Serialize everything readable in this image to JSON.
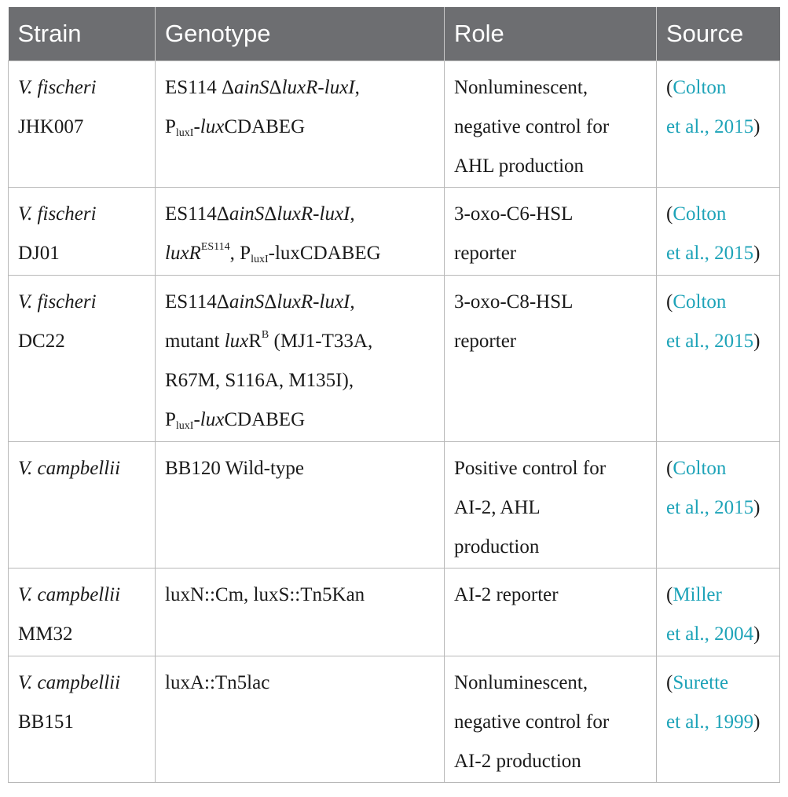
{
  "headers": [
    "Strain",
    "Genotype",
    "Role",
    "Source"
  ],
  "rows": [
    {
      "species": "V. fischeri",
      "strain": "JHK007",
      "geno_line1": {
        "a": "ES114 Δ",
        "b": "ainS",
        "c": "Δ",
        "d": "luxR-luxI",
        "e": ","
      },
      "geno_line2": {
        "a": "P",
        "sub": "luxI",
        "b": "-",
        "c": "lux",
        "d": "CDABEG"
      },
      "role_lines": [
        "Nonluminescent,",
        "negative control for",
        "AHL production"
      ],
      "source_lines": [
        "Colton",
        "et al., 2015"
      ]
    },
    {
      "species": "V. fischeri",
      "strain": "DJ01",
      "geno_line1": {
        "a": "ES114Δ",
        "b": "ainS",
        "c": "Δ",
        "d": "luxR-luxI",
        "e": ","
      },
      "geno_line2": {
        "a": "luxR",
        "sup": "ES114",
        "b": ", P",
        "sub": "luxI",
        "c": "-luxCDABEG"
      },
      "role_lines": [
        "3-oxo-C6-HSL",
        "reporter"
      ],
      "source_lines": [
        "Colton",
        "et al., 2015"
      ]
    },
    {
      "species": "V. fischeri",
      "strain": "DC22",
      "geno_line1": {
        "a": "ES114Δ",
        "b": "ainS",
        "c": "Δ",
        "d": "luxR-luxI",
        "e": ","
      },
      "geno_line2": {
        "a": "mutant ",
        "b": "lux",
        "c": "R",
        "sup": "B",
        "d": " (MJ1-T33A,"
      },
      "geno_line3": "R67M, S116A, M135I),",
      "geno_line4": {
        "a": "P",
        "sub": "luxI",
        "b": "-",
        "c": "lux",
        "d": "CDABEG"
      },
      "role_lines": [
        "3-oxo-C8-HSL",
        "reporter"
      ],
      "source_lines": [
        "Colton",
        "et al., 2015"
      ]
    },
    {
      "species": "V. campbellii",
      "strain": "",
      "geno_line1": "BB120 Wild-type",
      "role_lines": [
        "Positive control for",
        "AI-2, AHL",
        "production"
      ],
      "source_lines": [
        "Colton",
        "et al., 2015"
      ]
    },
    {
      "species": "V. campbellii",
      "strain": "MM32",
      "geno_line1": "luxN::Cm, luxS::Tn5Kan",
      "role_lines": [
        "AI-2 reporter"
      ],
      "source_lines": [
        "Miller",
        "et al., 2004"
      ]
    },
    {
      "species": "V. campbellii",
      "strain": "BB151",
      "geno_line1": "luxA::Tn5lac",
      "role_lines": [
        "Nonluminescent,",
        "negative control for",
        "AI-2 production"
      ],
      "source_lines": [
        "Surette",
        "et al., 1999"
      ]
    }
  ]
}
